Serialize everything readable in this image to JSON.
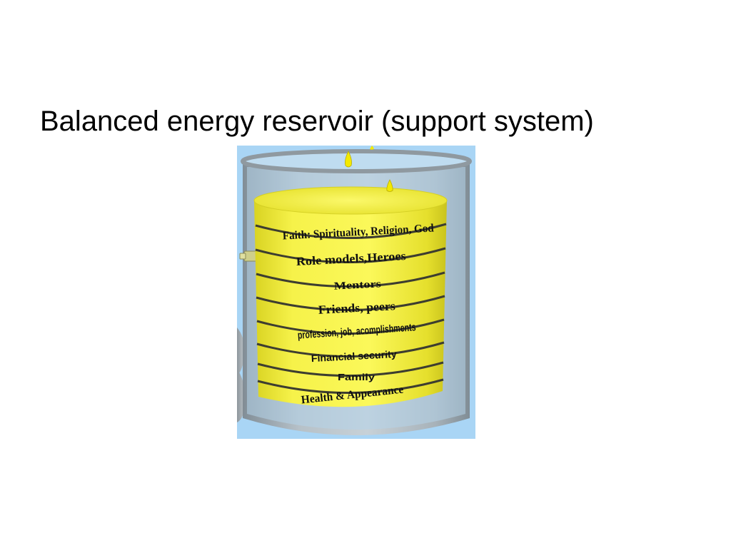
{
  "slide": {
    "title": "Balanced energy reservoir (support system)"
  },
  "reservoir": {
    "layers": [
      {
        "label": "Faith: Spirituality, Religion, God"
      },
      {
        "label": "Role models,Heroes"
      },
      {
        "label": "Mentors"
      },
      {
        "label": "Friends, peers"
      },
      {
        "label": "profession, job, acomplishments"
      },
      {
        "label": "Financial security"
      },
      {
        "label": "Family"
      },
      {
        "label": "Health & Appearance"
      }
    ]
  },
  "colors": {
    "background": "#a9d5f5",
    "tank": "#9aa4ab",
    "fill": "#f2ee3a",
    "drop": "#f3e900"
  }
}
